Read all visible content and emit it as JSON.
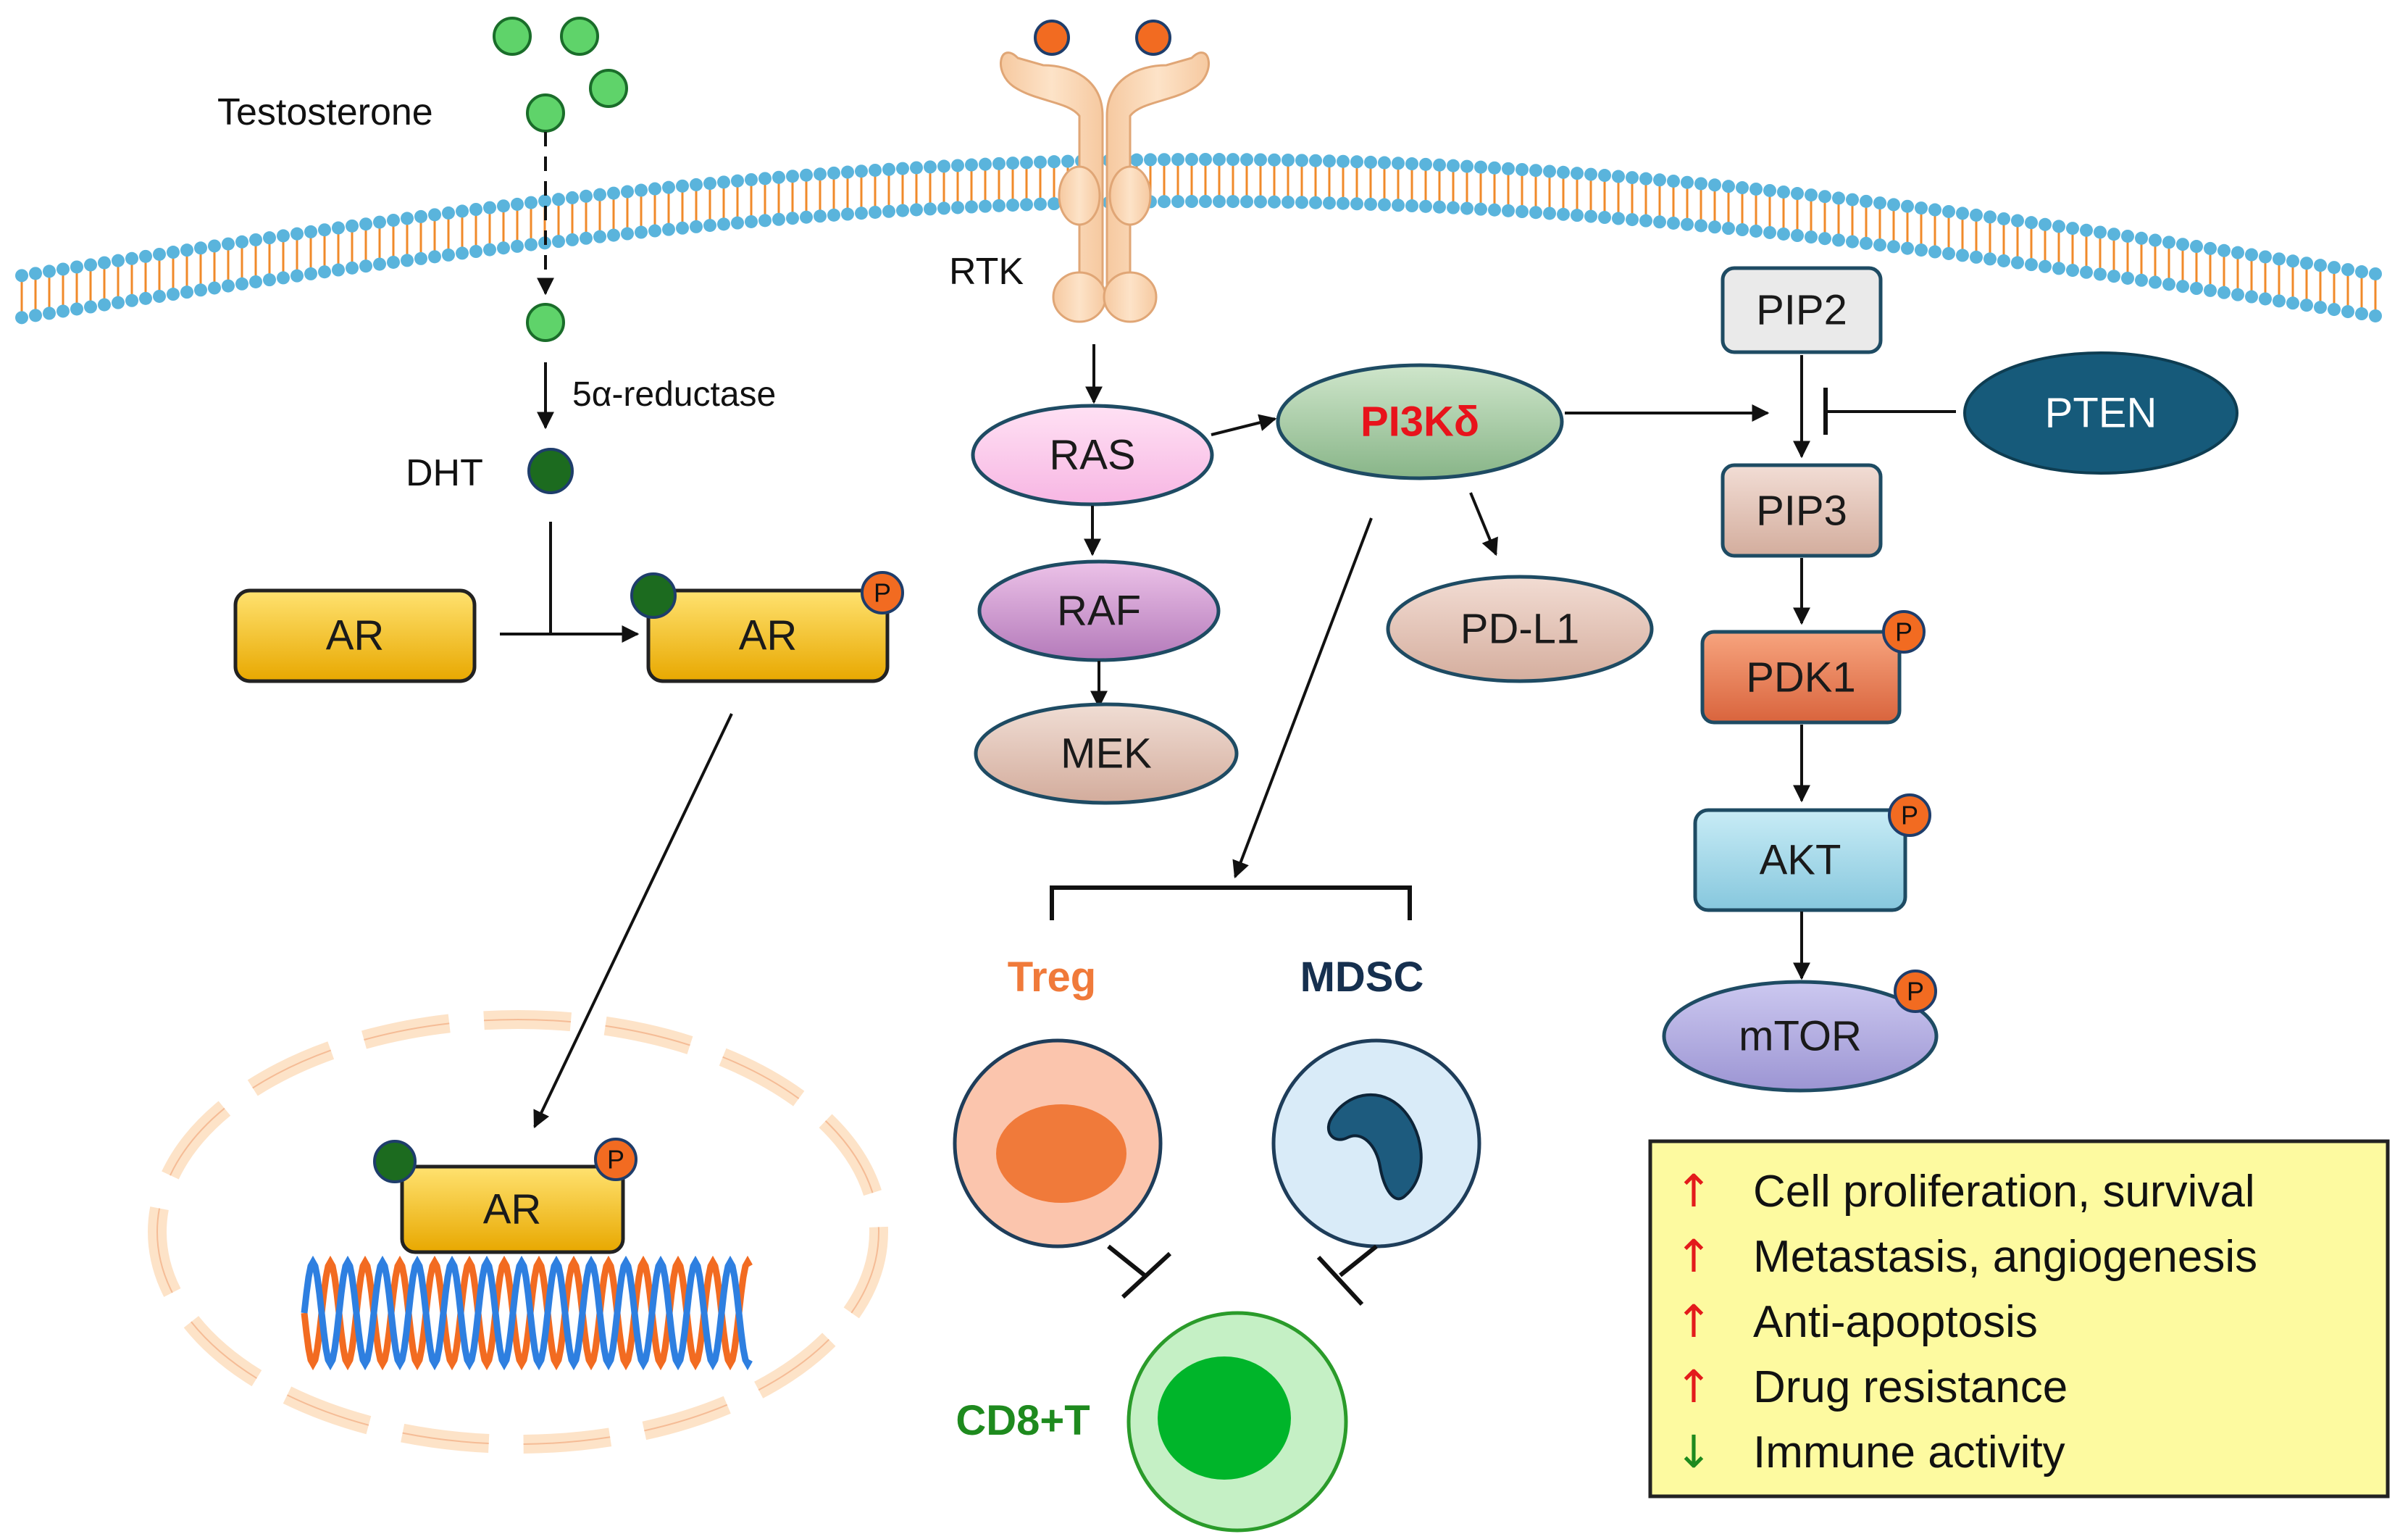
{
  "labels": {
    "testosterone": "Testosterone",
    "enzyme": "5α-reductase",
    "dht": "DHT",
    "rtk": "RTK",
    "treg": "Treg",
    "mdsc": "MDSC",
    "cd8": "CD8+T",
    "p": "P"
  },
  "nodes": {
    "ar_free": "AR",
    "ar_bound": "AR",
    "ar_nucleus": "AR",
    "ras": "RAS",
    "raf": "RAF",
    "mek": "MEK",
    "pi3k": "PI3Kδ",
    "pdl1": "PD-L1",
    "pip2": "PIP2",
    "pip3": "PIP3",
    "pten": "PTEN",
    "pdk1": "PDK1",
    "akt": "AKT",
    "mtor": "mTOR"
  },
  "outcomes": [
    {
      "dir": "up",
      "symbol": "↑",
      "text": "Cell proliferation, survival"
    },
    {
      "dir": "up",
      "symbol": "↑",
      "text": "Metastasis, angiogenesis"
    },
    {
      "dir": "up",
      "symbol": "↑",
      "text": "Anti-apoptosis"
    },
    {
      "dir": "up",
      "symbol": "↑",
      "text": "Drug resistance"
    },
    {
      "dir": "down",
      "symbol": "↓",
      "text": "Immune activity"
    }
  ],
  "colors": {
    "membrane_head": "#5ab4dc",
    "membrane_tail": "#f08a2a",
    "testosterone": "#5fd36a",
    "dht": "#1c6b1f",
    "ar_fill": "#f2b705",
    "phospho": "#f26b21",
    "pi3k_text": "#e8131b",
    "treg": "#f07a3a",
    "mdsc": "#16304f",
    "cd8": "#1e8a1e",
    "pten": "#165a7a",
    "outcome_box": "#fdfaa0"
  }
}
